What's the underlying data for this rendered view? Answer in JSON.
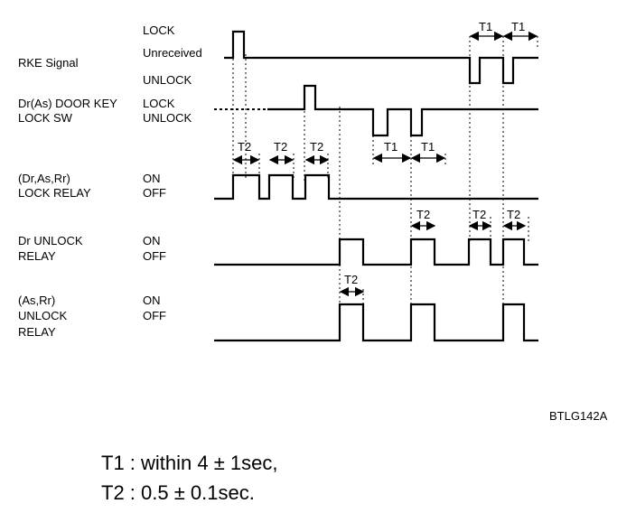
{
  "signals": {
    "rke": {
      "name": "RKE Signal",
      "states": [
        "LOCK",
        "Unreceived",
        "UNLOCK"
      ]
    },
    "door_key": {
      "name_line1": "Dr(As) DOOR KEY",
      "name_line2": "LOCK SW",
      "states": [
        "LOCK",
        "UNLOCK"
      ]
    },
    "lock_relay": {
      "name_line1": "(Dr,As,Rr)",
      "name_line2": "LOCK RELAY",
      "states": [
        "ON",
        "OFF"
      ]
    },
    "dr_unlock": {
      "name_line1": "Dr UNLOCK",
      "name_line2": "RELAY",
      "states": [
        "ON",
        "OFF"
      ]
    },
    "asrr_unlock": {
      "name_line1": "(As,Rr)",
      "name_line2": "UNLOCK",
      "name_line3": "RELAY",
      "states": [
        "ON",
        "OFF"
      ]
    }
  },
  "markers": {
    "t1": "T1",
    "t2": "T2"
  },
  "figure_code": "BTLG142A",
  "legend": {
    "t1": "T1 : within 4 ± 1sec,",
    "t2": "T2 : 0.5 ± 0.1sec."
  }
}
